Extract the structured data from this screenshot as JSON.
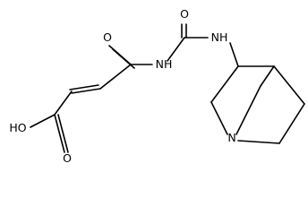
{
  "molecule": {
    "atoms": {
      "o_top": "O",
      "nh_right": "NH",
      "o_left": "O",
      "nh_middle": "NH",
      "oh": "HO",
      "o_bottom": "O",
      "n_ring": "N"
    }
  }
}
